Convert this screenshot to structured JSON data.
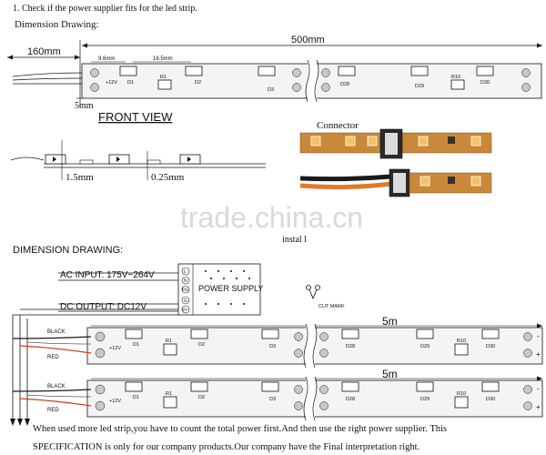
{
  "top": {
    "step_text": "1.   Check if the power supplier fits for the led strip.",
    "dim_label": "Dimension Drawing:",
    "dim_160": "160mm",
    "dim_500": "500mm",
    "dim_96": "9.6mm",
    "dim_165": "16.5mm",
    "dim_5": "5mm",
    "plus12": "+12V",
    "front_view": "FRONT VIEW",
    "dim_15": "1.5mm",
    "dim_025": "0.25mm",
    "connector": "Connector",
    "install": "instal l"
  },
  "strip_labels": {
    "d1": "D1",
    "d2": "D2",
    "d3": "D3",
    "d28": "D28",
    "d29": "D29",
    "d30": "D30",
    "r1": "R1",
    "r10": "R10",
    "minus": "-",
    "plus": "+"
  },
  "watermark": "trade.china.cn",
  "bottom": {
    "dimension_drawing": "DIMENSION DRAWING:",
    "ac_input": "AC  INPUT: 175V~264V",
    "dc_output": "DC  OUTPUT: DC12V",
    "power_supply": "POWER SUPPLY",
    "ps_terminals": [
      "L",
      "N",
      "FG",
      "G",
      "V+"
    ],
    "cut_mark": "CUT MARK",
    "len1": "5m",
    "len2": "5m",
    "black": "BLACK",
    "red": "RED",
    "note1": "When used more led strip,you have to count the total power first.And then use the right power supplier. This",
    "note2": "SPECIFICATION is only for our company products.Our company have the Final interpretation right."
  },
  "colors": {
    "line": "#111111",
    "strip_fill": "#f4f4f4",
    "pad": "#c8c8c8",
    "led_copper": "#c9883a",
    "led_chip": "#f2c26a",
    "wire_black": "#1a1a1a",
    "wire_red": "#d23a1c",
    "wire_orange": "#e07a2a",
    "watermark": "#d9d9d9"
  }
}
